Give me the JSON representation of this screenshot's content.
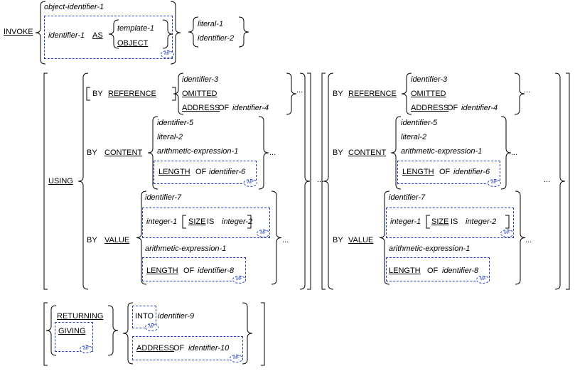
{
  "colors": {
    "ink": "#000000",
    "extension_box": "#1f3fbf"
  },
  "kw": {
    "invoke": "INVOKE",
    "as": "AS",
    "object": "OBJECT",
    "using": "USING",
    "by": "BY",
    "reference": "REFERENCE",
    "omitted": "OMITTED",
    "address": "ADDRESS",
    "of": "OF",
    "content": "CONTENT",
    "length": "LENGTH",
    "value": "VALUE",
    "size": "SIZE",
    "is": "IS",
    "returning": "RETURNING",
    "giving": "GIVING",
    "into": "INTO",
    "mf": "MF",
    "ellipsis": "..."
  },
  "ops": {
    "object_identifier_1": "object-identifier-1",
    "identifier_1": "identifier-1",
    "template_1": "template-1",
    "literal_1": "literal-1",
    "identifier_2": "identifier-2",
    "identifier_3": "identifier-3",
    "identifier_4": "identifier-4",
    "identifier_5": "identifier-5",
    "literal_2": "literal-2",
    "arith_1": "arithmetic-expression-1",
    "identifier_6": "identifier-6",
    "identifier_7": "identifier-7",
    "integer_1": "integer-1",
    "integer_2": "integer-2",
    "identifier_8": "identifier-8",
    "identifier_9": "identifier-9",
    "identifier_10": "identifier-10"
  }
}
